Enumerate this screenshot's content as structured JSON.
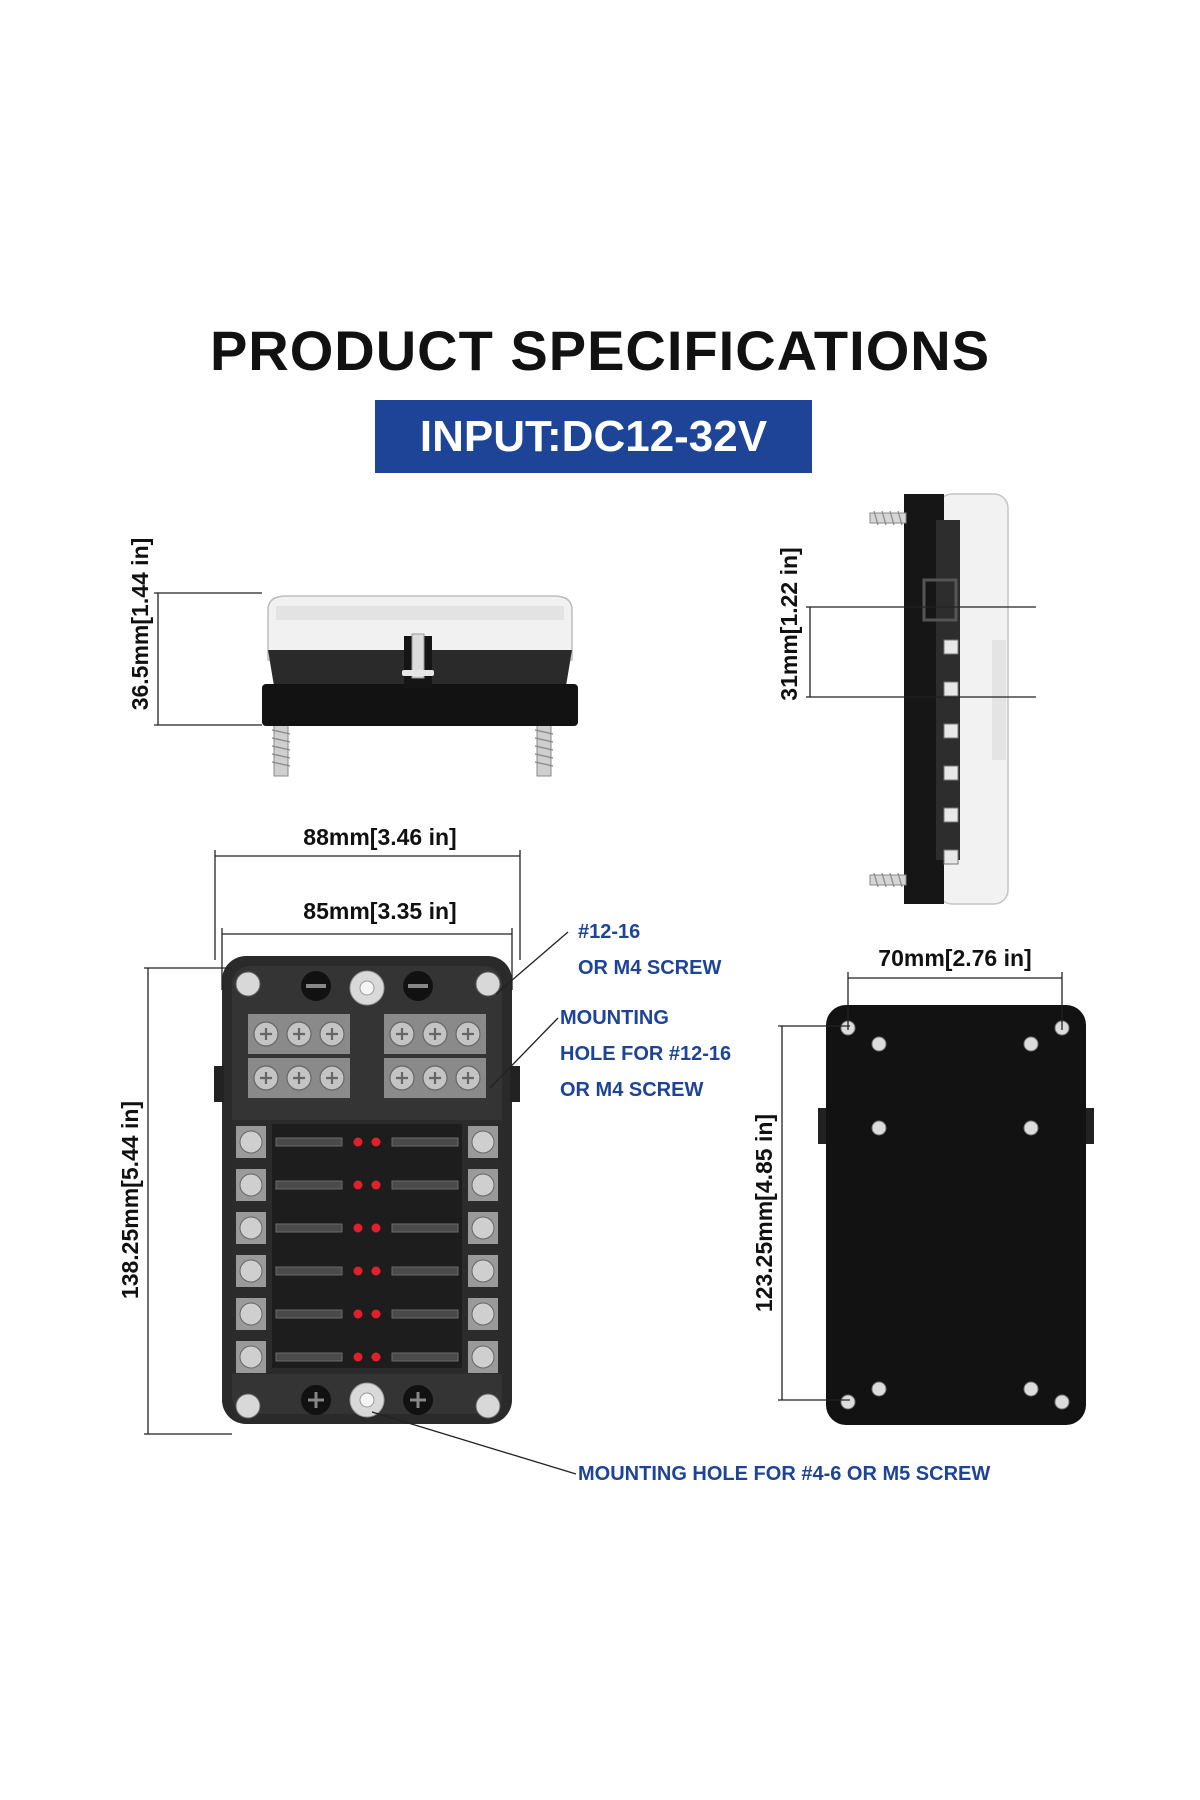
{
  "title": "PRODUCT SPECIFICATIONS",
  "input_badge": "INPUT:DC12-32V",
  "colors": {
    "badge_bg": "#1d4496",
    "note_text": "#1d4496",
    "body": "#1b1b1b",
    "fuse_led": "#e0202a"
  },
  "dimensions": {
    "height_front": "36.5mm[1.44 in]",
    "side_depth": "31mm[1.22 in]",
    "overall_width": "88mm[3.46 in]",
    "inner_width": "85mm[3.35 in]",
    "overall_length": "138.25mm[5.44 in]",
    "back_width": "70mm[2.76 in]",
    "back_length": "123.25mm[4.85 in]"
  },
  "notes": {
    "screw_a_line1": "#12-16",
    "screw_a_line2": "OR M4 SCREW",
    "mount_line1": "MOUNTING",
    "mount_line2": "HOLE FOR #12-16",
    "mount_line3": "OR M4 SCREW",
    "bottom_mount": "MOUNTING HOLE FOR #4-6 OR M5 SCREW"
  }
}
